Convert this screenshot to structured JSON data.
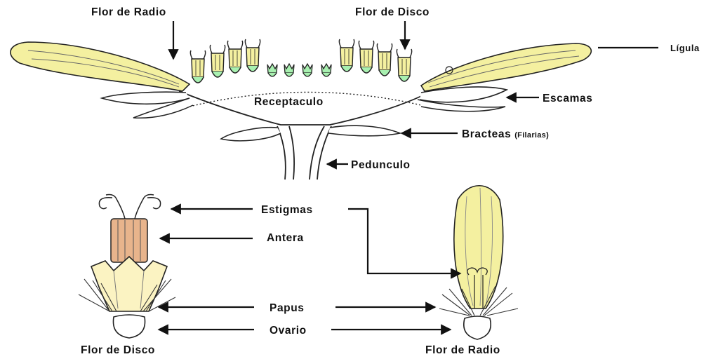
{
  "labels": {
    "flor_de_radio_top": "Flor de Radio",
    "flor_de_disco_top": "Flor de Disco",
    "ligula": "Lígula",
    "escamas": "Escamas",
    "receptaculo": "Receptaculo",
    "bracteas": "Bracteas",
    "bracteas_note": "(Filarias)",
    "pedunculo": "Pedunculo",
    "estigmas": "Estigmas",
    "antera": "Antera",
    "papus": "Papus",
    "ovario": "Ovario",
    "flor_de_disco_bottom": "Flor de Disco",
    "flor_de_radio_bottom": "Flor de Radio"
  },
  "colors": {
    "ligule_yellow": "#f4f0a0",
    "floret_green": "#a8f0b0",
    "anther_orange": "#e8b48c",
    "corolla_cream": "#fbf3c2",
    "ink": "#111111"
  }
}
